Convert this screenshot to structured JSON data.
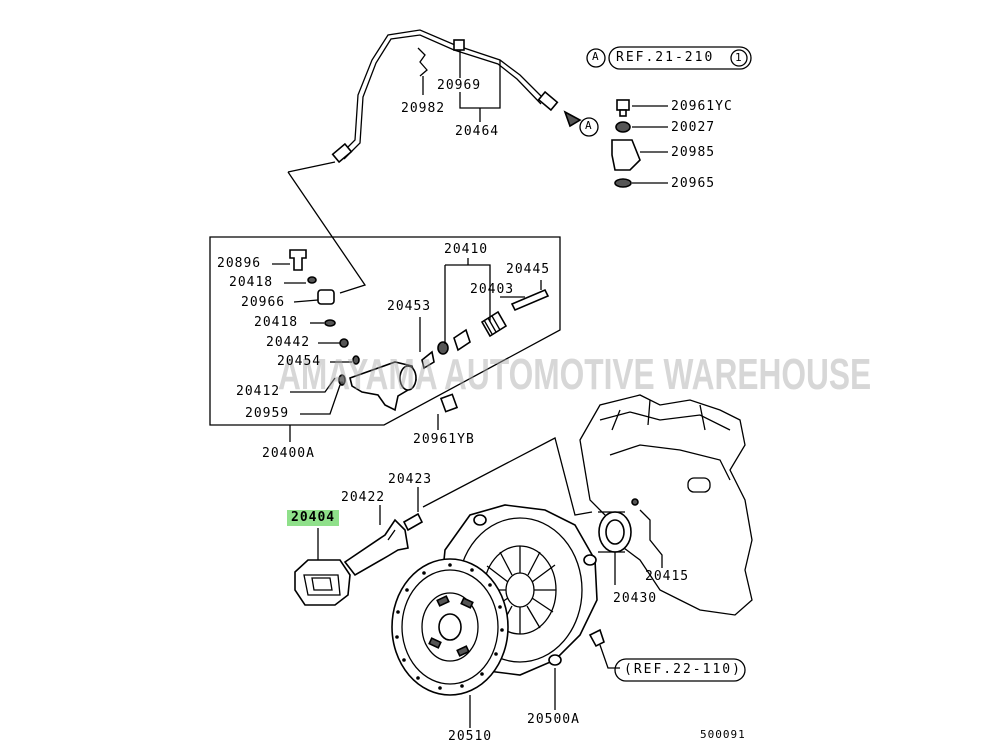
{
  "labels": {
    "p20969": "20969",
    "p20982": "20982",
    "p20464": "20464",
    "p20961YC": "20961YC",
    "p20027": "20027",
    "p20985": "20985",
    "p20965": "20965",
    "p20896": "20896",
    "p20418a": "20418",
    "p20966": "20966",
    "p20418b": "20418",
    "p20442": "20442",
    "p20454": "20454",
    "p20412": "20412",
    "p20959": "20959",
    "p20410": "20410",
    "p20445": "20445",
    "p20403": "20403",
    "p20453": "20453",
    "p20961YB": "20961YB",
    "p20400A": "20400A",
    "p20423": "20423",
    "p20422": "20422",
    "p20404": "20404",
    "p20415": "20415",
    "p20430": "20430",
    "p20510": "20510",
    "p20500A": "20500A",
    "diagram_id": "500091"
  },
  "refs": {
    "ref_a_top": "REF.21-210",
    "ref_a_circle": "1",
    "ref_bottom": "(REF.22-110)",
    "circle_a": "A"
  },
  "watermark": "AMAYAMA AUTOMOTIVE WAREHOUSE",
  "highlight_color": "#8fe08a"
}
